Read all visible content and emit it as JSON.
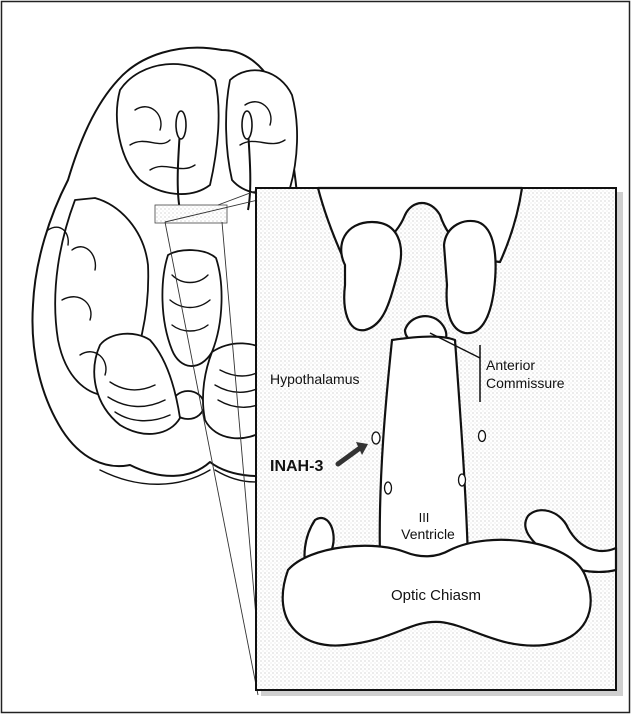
{
  "labels": {
    "hypothalamus": "Hypothalamus",
    "inah3": "INAH-3",
    "anterior_commissure_line1": "Anterior",
    "anterior_commissure_line2": "Commissure",
    "third_ventricle_line1": "III",
    "third_ventricle_line2": "Ventricle",
    "optic_chiasm": "Optic Chiasm"
  },
  "colors": {
    "ink": "#111111",
    "stipple": "#e2e2e2",
    "panel_shadow": "#cfcfcf",
    "paper": "#ffffff"
  },
  "icons": {
    "inah3_pointer": "arrow-icon"
  }
}
